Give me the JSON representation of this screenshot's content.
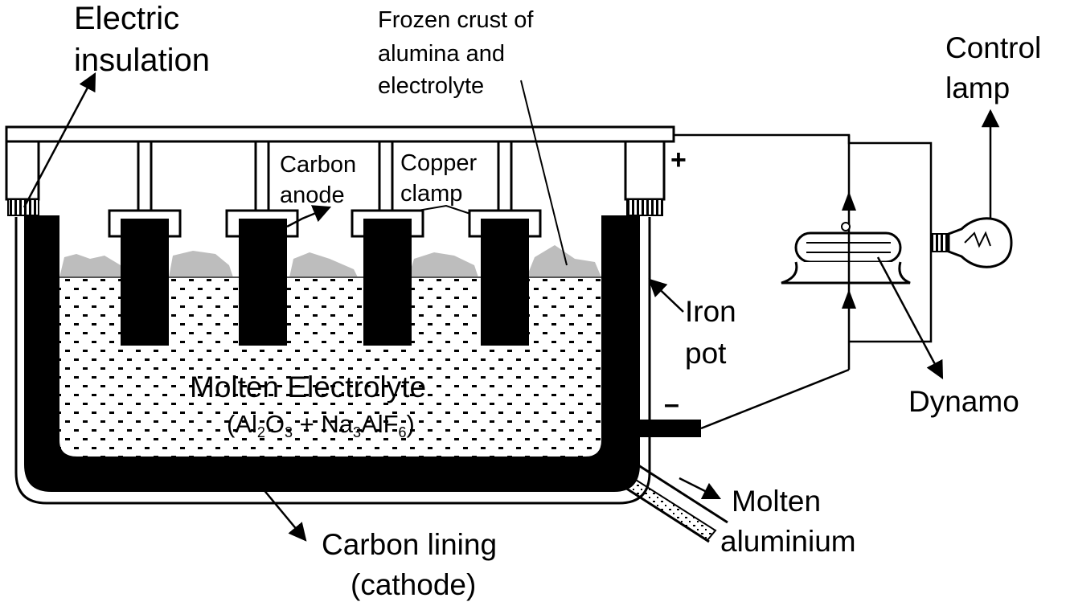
{
  "labels": {
    "electric_insulation": [
      "Electric",
      "insulation"
    ],
    "frozen_crust": [
      "Frozen crust of",
      "alumina and",
      "electrolyte"
    ],
    "control_lamp": [
      "Control",
      "lamp"
    ],
    "carbon_anode": [
      "Carbon",
      "anode"
    ],
    "copper_clamp": [
      "Copper",
      "clamp"
    ],
    "iron_pot": [
      "Iron",
      "pot"
    ],
    "molten_electrolyte": "Molten Electrolyte",
    "formula": {
      "open": "(Al",
      "sub1": "2",
      "o": "O",
      "sub2": "3",
      "plus": " + Na",
      "sub3": "3",
      "alf": "AlF",
      "sub4": "6",
      "close": ")"
    },
    "dynamo": "Dynamo",
    "molten_aluminium": [
      "Molten",
      "aluminium"
    ],
    "carbon_lining": [
      "Carbon lining",
      "(cathode)"
    ],
    "plus_sign": "+",
    "minus_sign": "–"
  },
  "colors": {
    "ink": "#000000",
    "crust": "#bdbdbd",
    "background": "#ffffff"
  }
}
